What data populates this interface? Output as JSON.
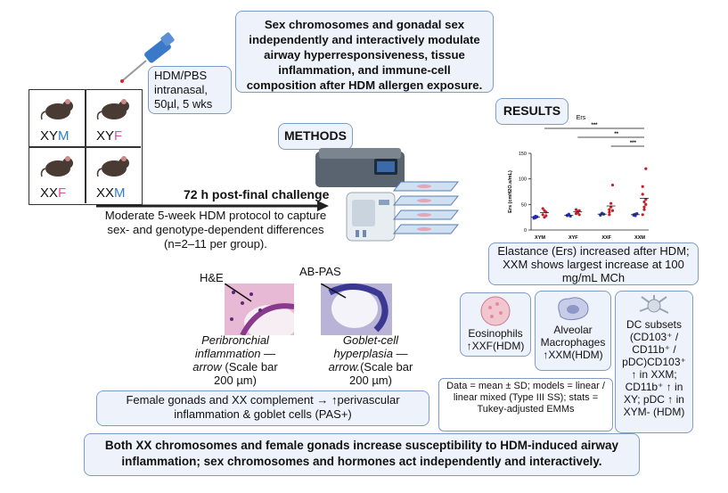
{
  "title_box": "Sex chromosomes and gonadal sex independently and interactively modulate airway hyperresponsiveness, tissue inflammation, and immune-cell composition after HDM allergen exposure.",
  "exposure_box": "HDM/PBS intranasal, 50µl, 5 wks",
  "genotypes": [
    {
      "chrom": "XY",
      "gonad": "M",
      "gonad_color": "#2f7fc8"
    },
    {
      "chrom": "XY",
      "gonad": "F",
      "gonad_color": "#d8559a"
    },
    {
      "chrom": "XX",
      "gonad": "F",
      "gonad_color": "#d8559a"
    },
    {
      "chrom": "XX",
      "gonad": "M",
      "gonad_color": "#2f7fc8"
    }
  ],
  "methods_label": "METHODS",
  "results_label": "RESULTS",
  "timepoint": "72 h post-final challenge",
  "protocol_text": "Moderate 5-week HDM protocol to capture sex- and genotype-dependent differences (n=2–11 per group).",
  "histology": {
    "he_label": "H&E",
    "abpas_label": "AB-PAS",
    "he_caption_italic": "Peribronchial inflammation — arrow",
    "he_caption_plain": " (Scale bar 200 µm)",
    "abpas_caption_italic": "Goblet-cell hyperplasia — arrow.",
    "abpas_caption_plain": "(Scale bar 200 µm)"
  },
  "gonads_box": "Female gonads and XX complement → ↑perivascular inflammation & goblet cells (PAS+)",
  "elastance_box": "Elastance (Ers) increased after HDM; XXM shows largest increase at 100 mg/mL MCh",
  "cells": {
    "eos_name": "Eosinophils",
    "eos_effect": "XXF(HDM)",
    "am_name": "Alveolar Macrophages",
    "am_effect": "XXM(HDM)",
    "up_arrow": "↑",
    "dc_text": "DC subsets (CD103⁺ / CD11b⁺ / pDC)CD103⁺ ↑ in XXM; CD11b⁺ ↑ in XY; pDC ↑ in XYM- (HDM)"
  },
  "stats_box": "Data = mean ± SD; models = linear / linear mixed (Type III SS); stats = Tukey-adjusted EMMs",
  "conclusion_box": "Both XX chromosomes and female gonads increase susceptibility to HDM-induced airway inflammation; sex chromosomes and hormones act independently and interactively.",
  "chart_data": {
    "type": "scatter",
    "title": "Ers",
    "ylabel": "Ers (cmH2O.s/mL)",
    "ylim": [
      0,
      150
    ],
    "yticks": [
      0,
      50,
      100,
      150
    ],
    "categories": [
      "XYM",
      "XYF",
      "XXF",
      "XXM"
    ],
    "series": [
      {
        "color": "#2233bb",
        "values": [
          [
            25,
            24,
            26,
            23,
            27
          ],
          [
            28,
            30,
            27,
            29,
            31
          ],
          [
            30,
            32,
            31,
            29,
            33
          ],
          [
            30,
            28,
            32,
            29,
            31
          ]
        ]
      },
      {
        "color": "#c0202a",
        "values": [
          [
            30,
            38,
            28,
            42,
            25,
            35
          ],
          [
            32,
            36,
            30,
            40,
            34,
            38
          ],
          [
            35,
            45,
            88,
            40,
            52,
            38,
            30
          ],
          [
            30,
            45,
            60,
            70,
            55,
            120,
            85,
            40,
            50
          ]
        ]
      }
    ],
    "series_means": [
      [
        25,
        34
      ],
      [
        29,
        36
      ],
      [
        31,
        47
      ],
      [
        30,
        62
      ]
    ],
    "significance": [
      {
        "from": "XYM",
        "to": "XXM",
        "label": "***"
      },
      {
        "from": "XYF",
        "to": "XXM",
        "label": "**"
      },
      {
        "from": "XXF",
        "to": "XXM",
        "label": "***"
      }
    ]
  },
  "colors": {
    "box_fill": "#eef3fb",
    "box_border": "#7f9cc7",
    "male": "#2f7fc8",
    "female": "#d8559a"
  }
}
